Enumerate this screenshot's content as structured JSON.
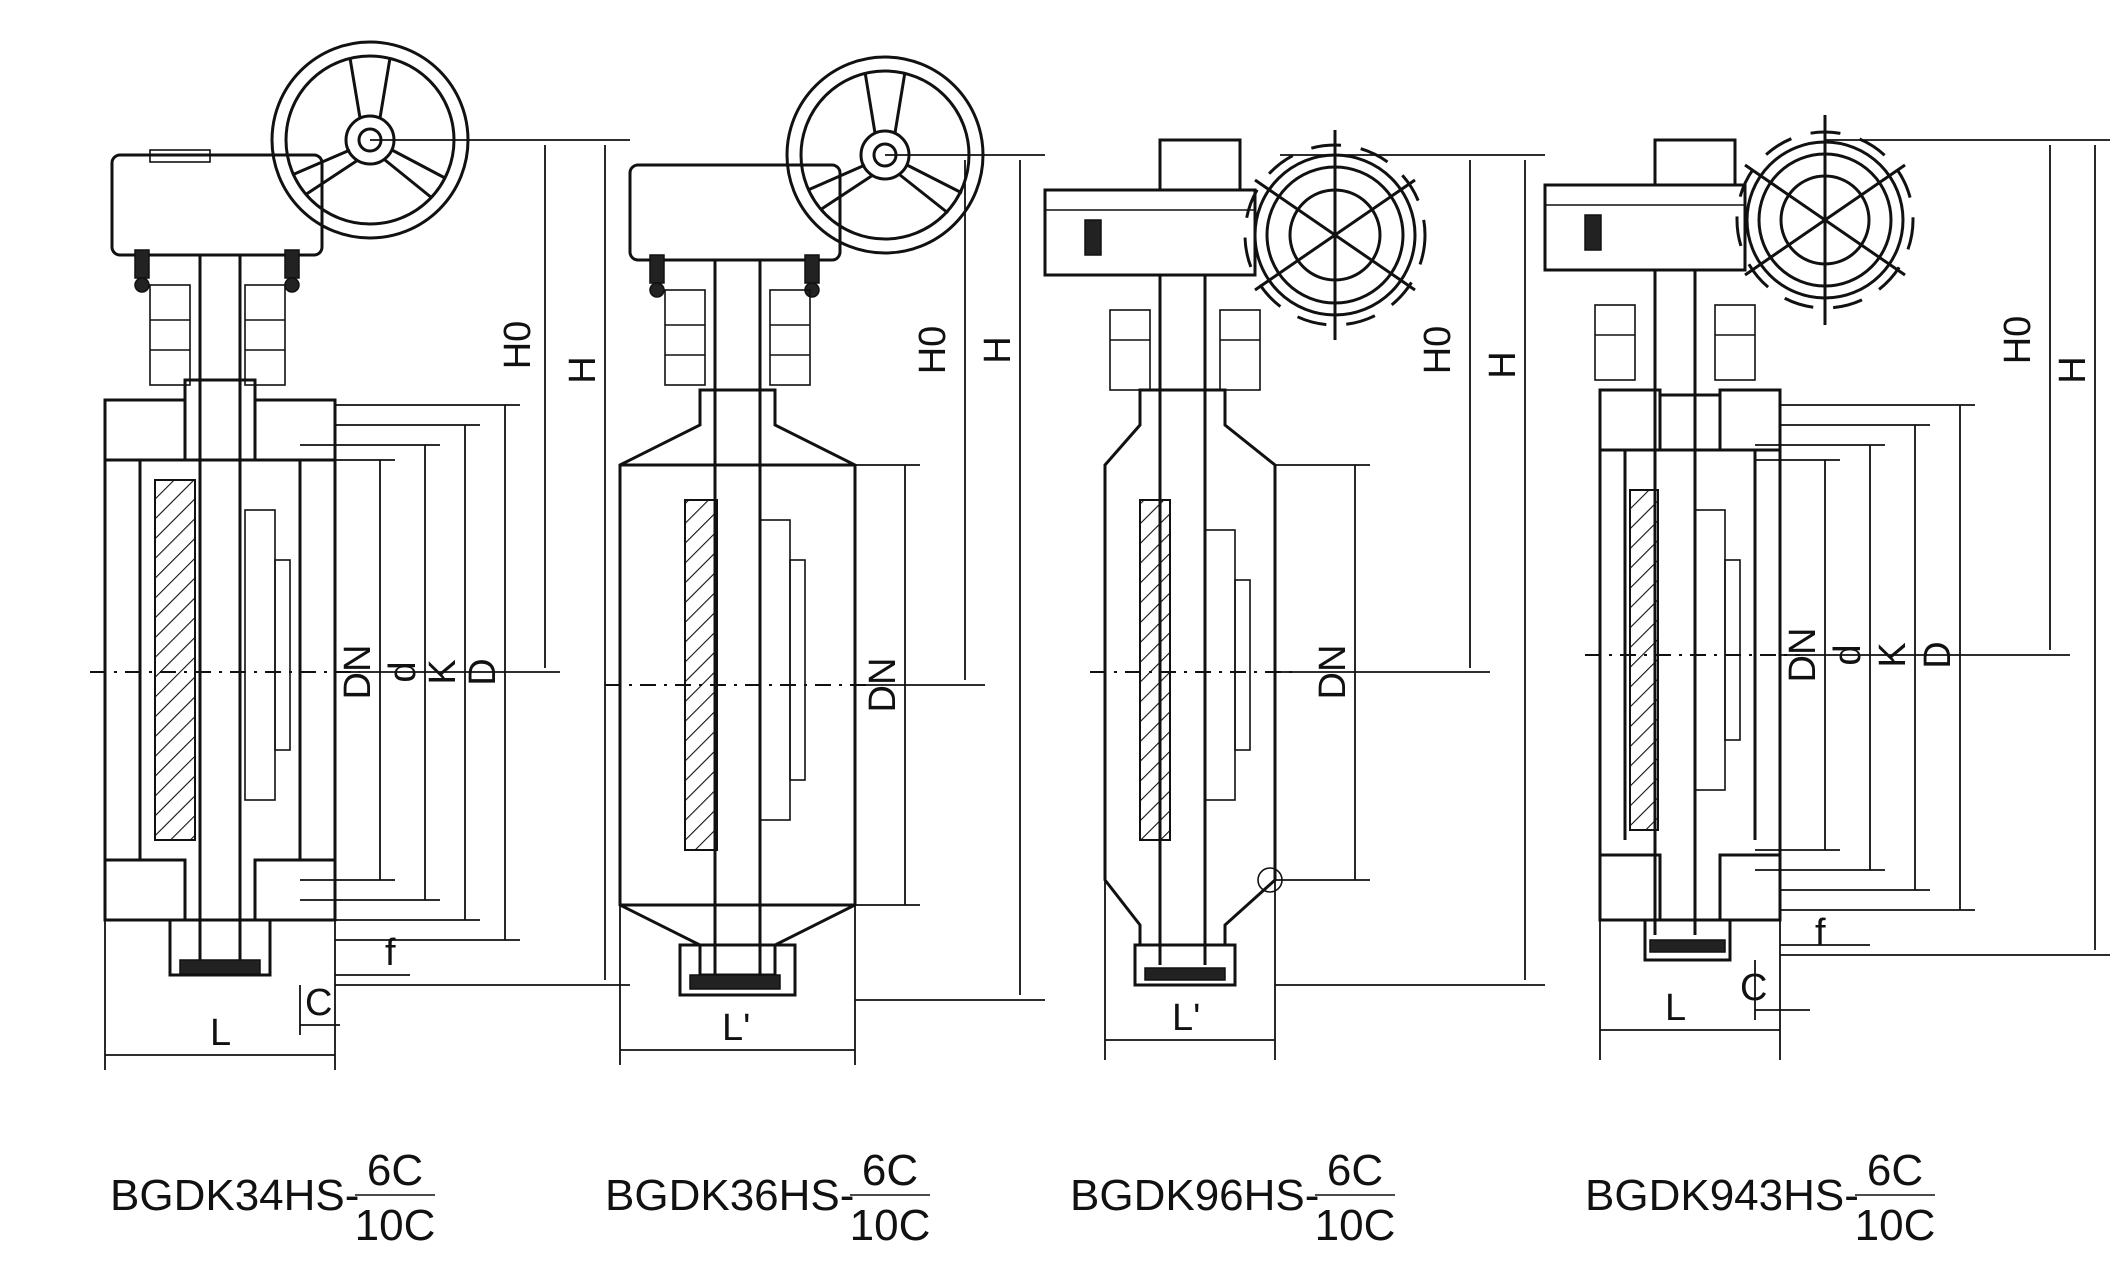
{
  "figure": {
    "views": [
      {
        "id": "v1",
        "model": "BGDK34HS-",
        "variant_top": "6C",
        "variant_bottom": "10C",
        "dims": {
          "h0": "H0",
          "h": "H",
          "dn": "DN",
          "d": "d",
          "k": "K",
          "D": "D",
          "f": "f",
          "c": "C",
          "l": "L"
        }
      },
      {
        "id": "v2",
        "model": "BGDK36HS-",
        "variant_top": "6C",
        "variant_bottom": "10C",
        "dims": {
          "h0": "H0",
          "h": "H",
          "dn": "DN",
          "l": "L'"
        }
      },
      {
        "id": "v3",
        "model": "BGDK96HS-",
        "variant_top": "6C",
        "variant_bottom": "10C",
        "dims": {
          "h0": "H0",
          "h": "H",
          "dn": "DN",
          "l": "L'"
        }
      },
      {
        "id": "v4",
        "model": "BGDK943HS-",
        "variant_top": "6C",
        "variant_bottom": "10C",
        "dims": {
          "h0": "H0",
          "h": "H",
          "dn": "DN",
          "d": "d",
          "k": "K",
          "D": "D",
          "f": "f",
          "c": "C",
          "l": "L"
        }
      }
    ]
  }
}
